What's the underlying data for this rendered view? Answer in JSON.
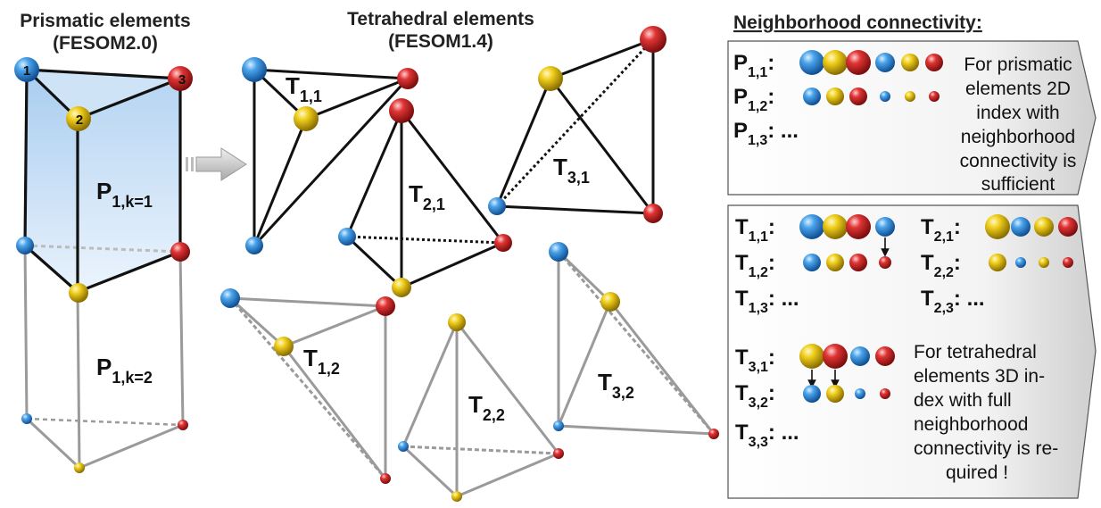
{
  "headers": {
    "prismatic_line1": "Prismatic elements",
    "prismatic_line2": "(FESOM2.0)",
    "tetra_line1": "Tetrahedral elements",
    "tetra_line2": "(FESOM1.4)",
    "neighborhood": "Neighborhood connectivity:"
  },
  "prism": {
    "vertex_numbers": [
      "1",
      "2",
      "3"
    ],
    "label_upper_main": "P",
    "label_upper_sub": "1,k=1",
    "label_lower_main": "P",
    "label_lower_sub": "1,k=2"
  },
  "tetra_labels": [
    {
      "main": "T",
      "sub": "1,1"
    },
    {
      "main": "T",
      "sub": "2,1"
    },
    {
      "main": "T",
      "sub": "3,1"
    },
    {
      "main": "T",
      "sub": "1,2"
    },
    {
      "main": "T",
      "sub": "2,2"
    },
    {
      "main": "T",
      "sub": "3,2"
    }
  ],
  "box1": {
    "rows": [
      {
        "main": "P",
        "sub": "1,1",
        "suffix": ":"
      },
      {
        "main": "P",
        "sub": "1,2",
        "suffix": ":"
      },
      {
        "main": "P",
        "sub": "1,3",
        "suffix": ": ..."
      }
    ],
    "note_lines": [
      "For prismatic",
      "elements 2D",
      "index with",
      "neighborhood",
      "connectivity is",
      "sufficient"
    ]
  },
  "box2": {
    "left_rows": [
      {
        "main": "T",
        "sub": "1,1",
        "suffix": ":"
      },
      {
        "main": "T",
        "sub": "1,2",
        "suffix": ":"
      },
      {
        "main": "T",
        "sub": "1,3",
        "suffix": ": ..."
      }
    ],
    "right_rows": [
      {
        "main": "T",
        "sub": "2,1",
        "suffix": ":"
      },
      {
        "main": "T",
        "sub": "2,2",
        "suffix": ":"
      },
      {
        "main": "T",
        "sub": "2,3",
        "suffix": ": ..."
      }
    ],
    "bottom_rows": [
      {
        "main": "T",
        "sub": "3,1",
        "suffix": ":"
      },
      {
        "main": "T",
        "sub": "3,2",
        "suffix": ":"
      },
      {
        "main": "T",
        "sub": "3,3",
        "suffix": ": ..."
      }
    ],
    "note_lines": [
      "For tetrahedral",
      "elements 3D in-",
      "dex with full",
      "neighborhood",
      "connectivity is re-",
      "quired !"
    ]
  },
  "colors": {
    "blue": "#2b86d6",
    "yellow": "#e8c30e",
    "red": "#d42a2a",
    "prism_fill": "#bfd9f3",
    "edge_black": "#111111",
    "edge_gray": "#9a9a9a"
  }
}
